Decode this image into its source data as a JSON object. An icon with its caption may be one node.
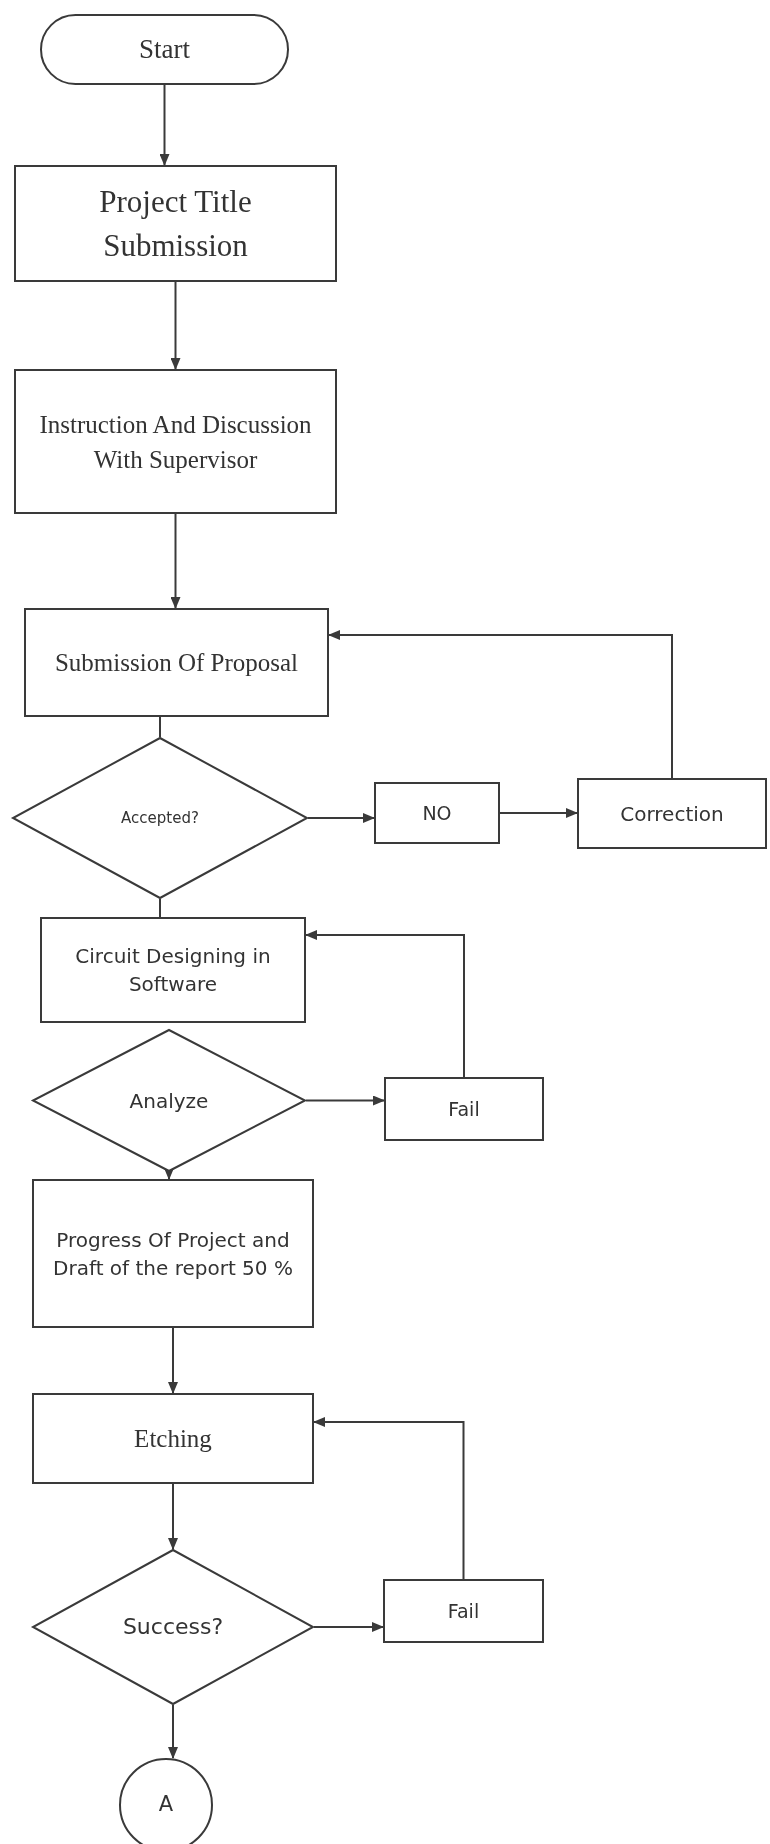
{
  "diagram": {
    "nodes": [
      {
        "text": [
          "Start"
        ]
      },
      {
        "text": [
          "Project Title Submission"
        ]
      },
      {
        "text": [
          "Instruction And Discussion With Supervisor"
        ]
      },
      {
        "text": [
          "Submission Of Proposal"
        ]
      },
      {
        "text": [
          "Accepted?"
        ]
      },
      {
        "text": [
          "NO"
        ]
      },
      {
        "text": [
          "Correction"
        ]
      },
      {
        "text": [
          "Circuit Designing in Software"
        ]
      },
      {
        "text": [
          "Analyze"
        ]
      },
      {
        "text": [
          "Fail"
        ]
      },
      {
        "text": [
          "Progress Of Project and Draft of the report 50 %"
        ]
      },
      {
        "text": [
          "Etching"
        ]
      },
      {
        "text": [
          "Success?"
        ]
      },
      {
        "text": [
          "Fail"
        ]
      },
      {
        "text": [
          "A"
        ]
      }
    ],
    "edges": [
      {
        "from": 0,
        "to": 1,
        "arrow": "to"
      },
      {
        "from": 1,
        "to": 2,
        "arrow": "to"
      },
      {
        "from": 2,
        "to": 3,
        "arrow": "to"
      },
      {
        "from": 3,
        "to": 4,
        "arrow": "none"
      },
      {
        "from": 4,
        "to": 5,
        "arrow": "to"
      },
      {
        "from": 5,
        "to": 6,
        "arrow": "to"
      },
      {
        "from": 6,
        "to": 3,
        "arrow": "to"
      },
      {
        "from": 4,
        "to": 7,
        "arrow": "none"
      },
      {
        "from": 8,
        "to": 9,
        "arrow": "to"
      },
      {
        "from": 9,
        "to": 7,
        "arrow": "to"
      },
      {
        "from": 8,
        "to": 10,
        "arrow": "to"
      },
      {
        "from": 10,
        "to": 11,
        "arrow": "to"
      },
      {
        "from": 11,
        "to": 12,
        "arrow": "to"
      },
      {
        "from": 12,
        "to": 13,
        "arrow": "to"
      },
      {
        "from": 13,
        "to": 11,
        "arrow": "to"
      },
      {
        "from": 12,
        "to": 14,
        "arrow": "to"
      }
    ]
  }
}
